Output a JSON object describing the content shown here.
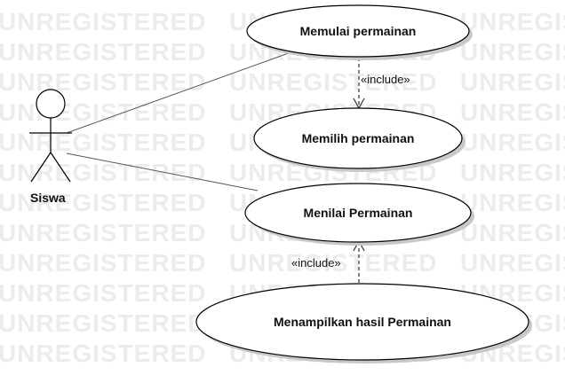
{
  "watermark": {
    "text": "UNREGISTERED"
  },
  "actor": {
    "name": "Siswa"
  },
  "use_cases": [
    {
      "label": "Memulai permainan"
    },
    {
      "label": "Memilih permainan"
    },
    {
      "label": "Menilai Permainan"
    },
    {
      "label": "Menampilkan hasil Permainan"
    }
  ],
  "relations": {
    "include_1": "«include»",
    "include_2": "«include»"
  }
}
